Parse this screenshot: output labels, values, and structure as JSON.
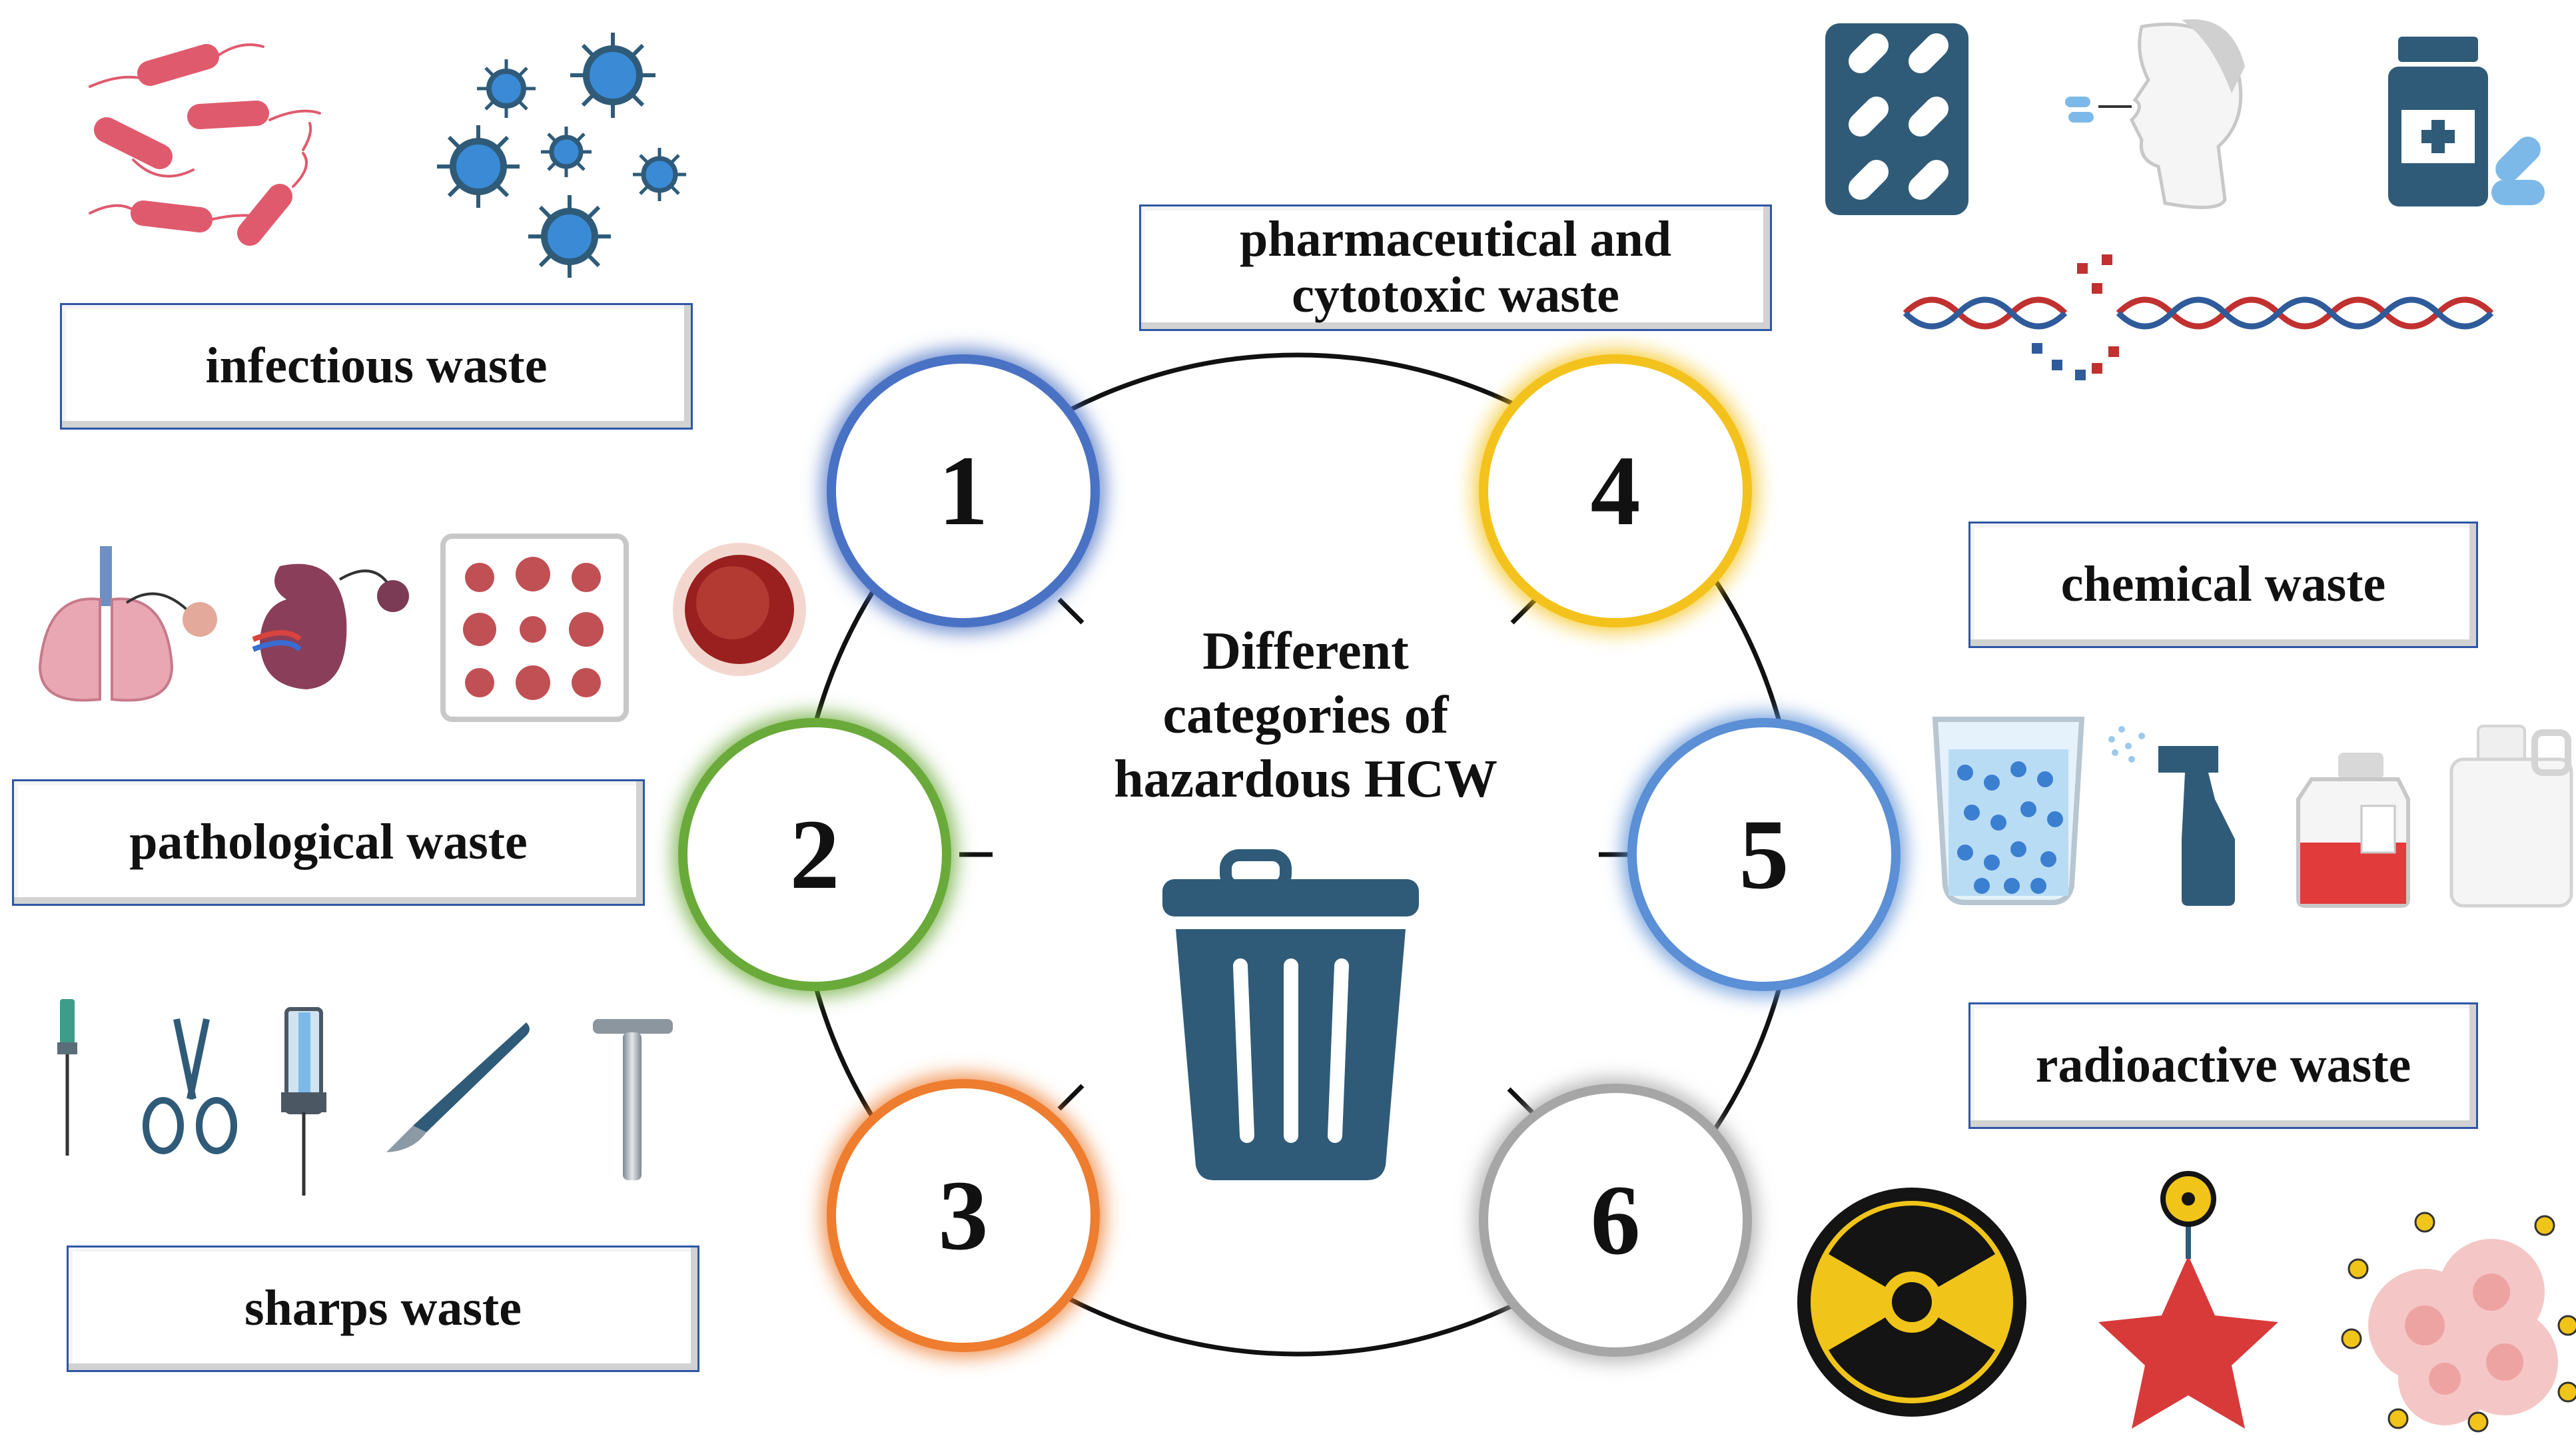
{
  "center": {
    "title_line1": "Different",
    "title_line2": "categories of",
    "title_line3": "hazardous HCW",
    "icon": "trash-bin-icon"
  },
  "categories": [
    {
      "number": "1",
      "label": "infectious waste",
      "color": "#4a72c4"
    },
    {
      "number": "2",
      "label": "pathological waste",
      "color": "#6aaa3a"
    },
    {
      "number": "3",
      "label": "sharps waste",
      "color": "#ee7d2f"
    },
    {
      "number": "4",
      "label_line1": "pharmaceutical and",
      "label_line2": "cytotoxic waste",
      "color": "#f4c21c"
    },
    {
      "number": "5",
      "label": "chemical waste",
      "color": "#5b8fd6"
    },
    {
      "number": "6",
      "label": "radioactive waste",
      "color": "#a6a6a6"
    }
  ],
  "icons": {
    "infectious": [
      "bacteria-icon",
      "virus-icon"
    ],
    "pathological": [
      "lungs-icon",
      "kidney-icon",
      "tissue-tray-icon",
      "tissue-sample-icon"
    ],
    "sharps": [
      "needle-icon",
      "scissors-icon",
      "syringe-icon",
      "scalpel-icon",
      "pin-icon"
    ],
    "pharmaceutical": [
      "pill-blister-icon",
      "person-taking-pill-icon",
      "medicine-bottle-icon",
      "dna-strand-icon"
    ],
    "chemical": [
      "beaker-icon",
      "spray-bottle-icon",
      "flask-icon",
      "jerry-can-icon"
    ],
    "radioactive": [
      "radiation-symbol-icon",
      "radioactive-star-icon",
      "radiolabeled-cells-icon"
    ]
  },
  "colors": {
    "ring": "#111111",
    "label_border": "#2e56a6",
    "icon_dark": "#2f5b79",
    "bacteria": "#e05a6e",
    "virus": "#3a8ad6",
    "radiation_yellow": "#f0c419"
  }
}
